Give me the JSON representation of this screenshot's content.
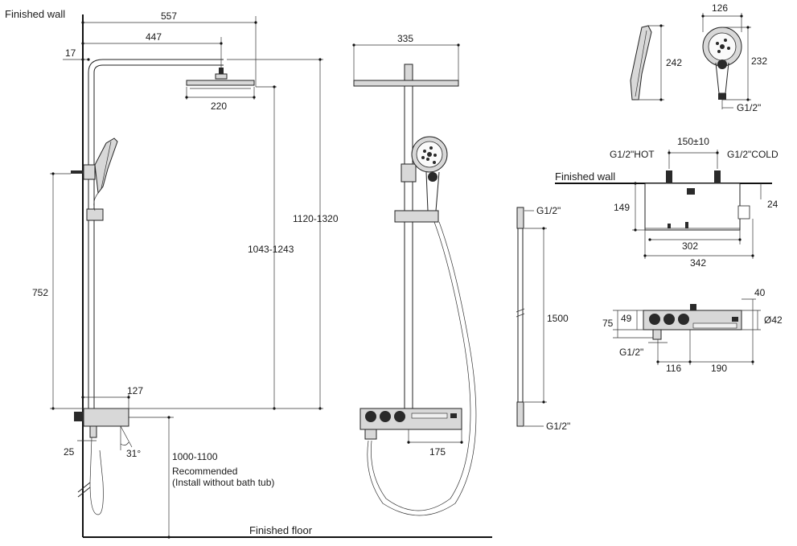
{
  "labels": {
    "finished_wall_1": "Finished wall",
    "finished_wall_2": "Finished wall",
    "finished_floor": "Finished floor",
    "recommended_range": "1000-1100",
    "recommended": "Recommended",
    "install_note": "(Install without bath tub)"
  },
  "side_view": {
    "d_557": "557",
    "d_447": "447",
    "d_17": "17",
    "d_220": "220",
    "d_1120_1320": "1120-1320",
    "d_1043_1243": "1043-1243",
    "d_752": "752",
    "d_127": "127",
    "d_25": "25",
    "d_31": "31°"
  },
  "front_view": {
    "d_335": "335",
    "d_175": "175"
  },
  "hose": {
    "top": "G1/2\"",
    "length": "1500",
    "bottom": "G1/2\""
  },
  "hand_shower": {
    "d_126": "126",
    "d_242": "242",
    "d_232": "232",
    "thread": "G1/2\""
  },
  "valve_top": {
    "hot": "G1/2\"HOT",
    "spacing": "150±10",
    "cold": "G1/2\"COLD",
    "d_149": "149",
    "d_24": "24",
    "d_302": "302",
    "d_342": "342"
  },
  "valve_front": {
    "d_40": "40",
    "d_75": "75",
    "d_49": "49",
    "d_42": "Ø42",
    "thread": "G1/2\"",
    "d_116": "116",
    "d_190": "190"
  }
}
